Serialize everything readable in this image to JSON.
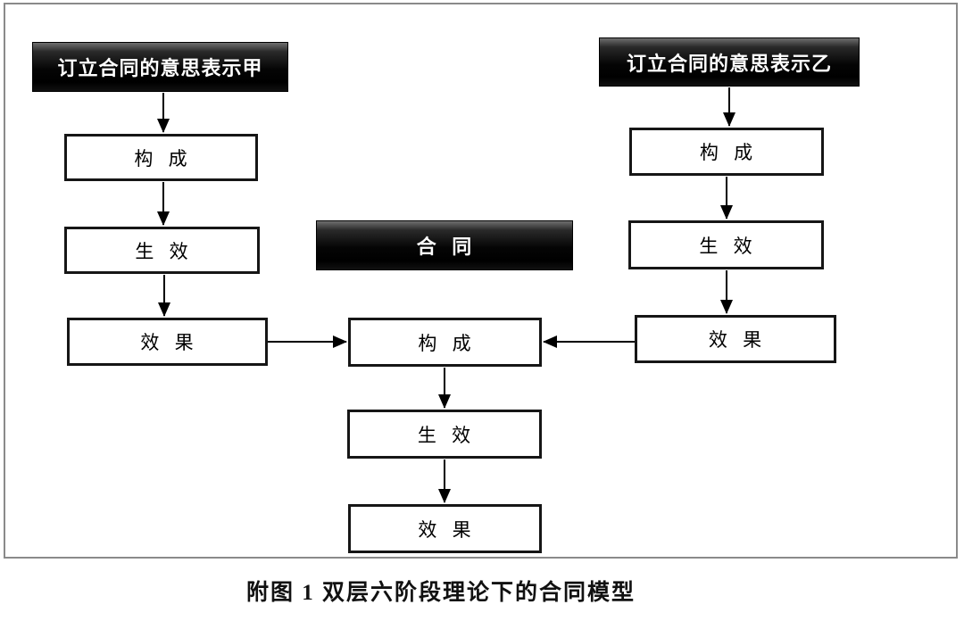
{
  "figure": {
    "caption": "附图 1 双层六阶段理论下的合同模型"
  },
  "nodes": {
    "intent_a": "订立合同的意思表示甲",
    "intent_b": "订立合同的意思表示乙",
    "contract": "合 同",
    "stage_constitution": "构 成",
    "stage_validity": "生 效",
    "stage_effect": "效 果"
  },
  "colors": {
    "frame_border": "#8a8a8a",
    "white_box_border": "#161616",
    "black_box_fill": "#000000",
    "black_box_highlight": "#6e6e6e",
    "arrow": "#000000",
    "text_on_black": "#ffffff",
    "text_on_white": "#000000"
  }
}
